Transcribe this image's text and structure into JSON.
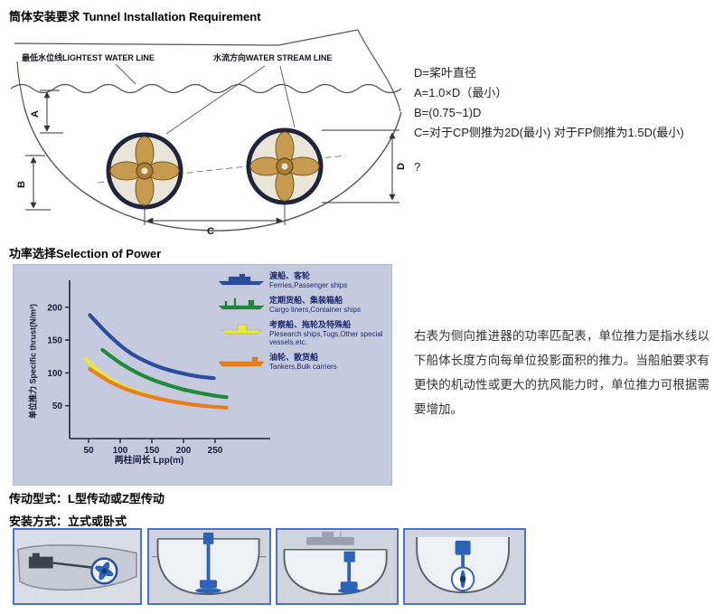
{
  "headings": {
    "tunnel": "筒体安装要求 Tunnel Installation Requirement",
    "power": "功率选择Selection of Power",
    "drive": "传动型式：L型传动或Z型传动",
    "mount": "安装方式：立式或卧式"
  },
  "drawing": {
    "water_line_label": "最低水位线LIGHTEST WATER LINE",
    "stream_line_label": "水流方向WATER STREAM LINE",
    "dim_a": "A",
    "dim_b": "B",
    "dim_c": "C",
    "dim_d": "D"
  },
  "specs": [
    "D=桨叶直径",
    "A=1.0×D（最小）",
    "B=(0.75~1)D",
    "C=对于CP侧推为2D(最小) 对于FP侧推为1.5D(最小)",
    "?"
  ],
  "chart_data": {
    "type": "line",
    "title": "",
    "xlabel": "两柱间长 Lpp(m)",
    "ylabel": "单位推力 Specific thrust(N/m²)",
    "x_ticks": [
      50,
      100,
      150,
      200,
      250
    ],
    "y_ticks": [
      50,
      100,
      150,
      200
    ],
    "xlim": [
      20,
      320
    ],
    "ylim": [
      0,
      230
    ],
    "grid": false,
    "legend_position": "top-right",
    "series": [
      {
        "name": "渡船、客轮 Ferries,Passenger ships",
        "color": "#2b4d9e",
        "x": [
          52,
          85,
          120,
          165,
          215,
          248
        ],
        "y": [
          188,
          155,
          128,
          108,
          96,
          92
        ]
      },
      {
        "name": "定期货船、集装箱船 Cargo liners,Container ships",
        "color": "#1f8a3a",
        "x": [
          72,
          105,
          145,
          195,
          245,
          268
        ],
        "y": [
          135,
          112,
          92,
          76,
          66,
          63
        ]
      },
      {
        "name": "考察船、拖轮及特殊船 Plesearch ships,Tugs,Other special vessels,etc.",
        "color": "#e9e73f",
        "x": [
          45,
          70,
          100,
          130,
          152
        ],
        "y": [
          122,
          100,
          82,
          70,
          64
        ]
      },
      {
        "name": "油轮、散货船 Tankers,Bulk carriers",
        "color": "#e6801f",
        "x": [
          52,
          85,
          125,
          175,
          230,
          268
        ],
        "y": [
          106,
          86,
          70,
          58,
          50,
          47
        ]
      }
    ],
    "legend": [
      {
        "zh": "渡船、客轮",
        "en": "Ferries,Passenger ships",
        "color": "#2b4d9e"
      },
      {
        "zh": "定期货船、集装箱船",
        "en": "Cargo liners,Container ships",
        "color": "#1f8a3a"
      },
      {
        "zh": "考察船、拖轮及特殊船",
        "en": "Plesearch ships,Tugs,Other special vessels,etc.",
        "color": "#e9e73f"
      },
      {
        "zh": "油轮、散货船",
        "en": "Tankers,Bulk carriers",
        "color": "#e6801f"
      }
    ]
  },
  "description": "右表为侧向推进器的功率匹配表，单位推力是指水线以下船体长度方向每单位投影面积的推力。当船舶要求有更快的机动性或更大的抗风能力时，单位推力可根据需要增加。"
}
